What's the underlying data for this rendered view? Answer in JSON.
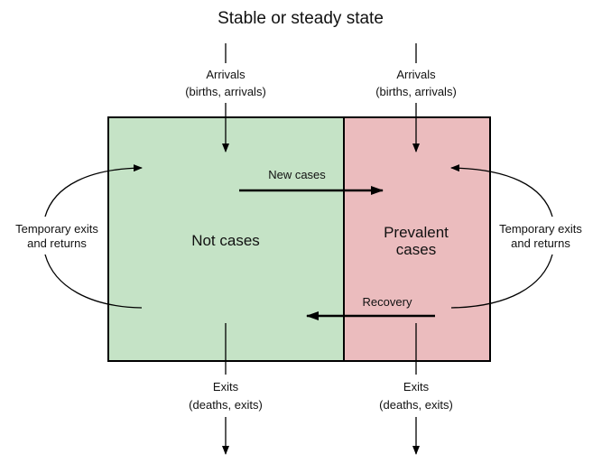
{
  "title": "Stable or steady state",
  "boxes": {
    "not_cases": {
      "label": "Not cases",
      "color": "#c5e3c6"
    },
    "prevalent": {
      "label_line1": "Prevalent",
      "label_line2": "cases",
      "color": "#ebbcbe"
    }
  },
  "arrivals": {
    "label": "Arrivals",
    "detail": "(births, arrivals)"
  },
  "exits": {
    "label": "Exits",
    "detail": "(deaths, exits)"
  },
  "flows": {
    "new_cases": "New cases",
    "recovery": "Recovery"
  },
  "temporary": {
    "line1": "Temporary exits",
    "line2": "and returns"
  }
}
